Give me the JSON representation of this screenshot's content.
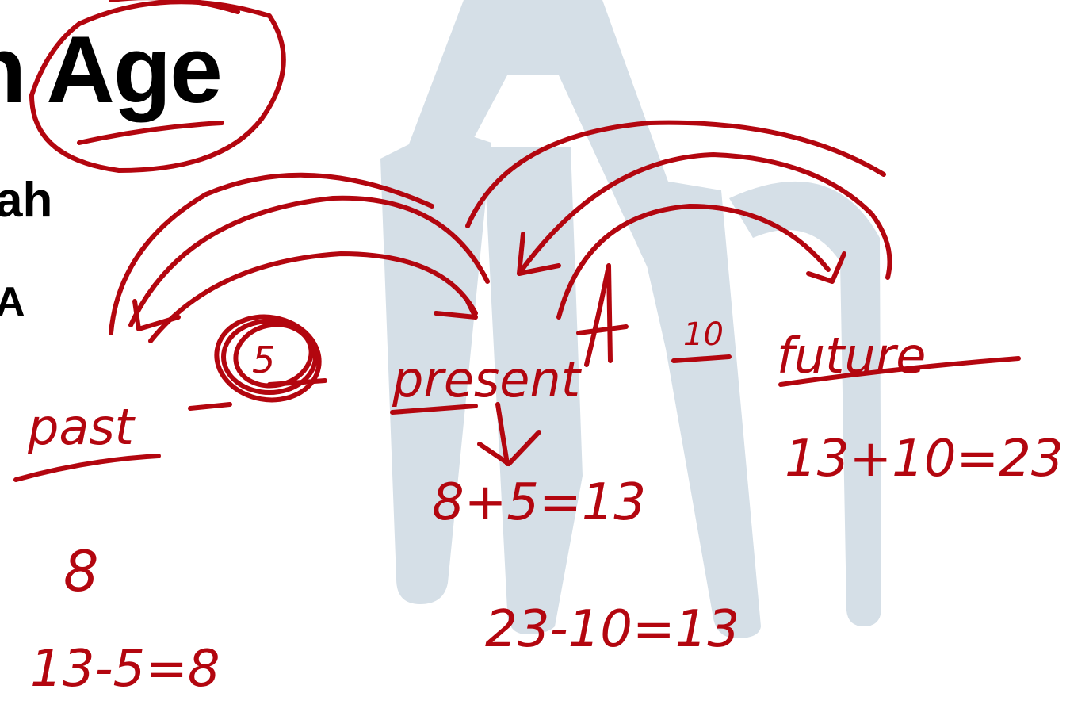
{
  "slide": {
    "title_fragment": "n Age",
    "subtitle_fragment_1": "ah",
    "subtitle_fragment_2": "A"
  },
  "annotations": {
    "timeline_labels": [
      "past",
      "present",
      "future"
    ],
    "past_gap": "5",
    "future_gap": "10",
    "equations": {
      "present_from_past": "8+5=13",
      "future_from_present": "13+10=23",
      "past_value": "8",
      "past_from_present": "13-5=8",
      "present_from_future": "23-10=13"
    }
  },
  "colors": {
    "ink": "#b3060f",
    "watermark": "#d5dfe7",
    "text": "#000000",
    "background": "#ffffff"
  }
}
